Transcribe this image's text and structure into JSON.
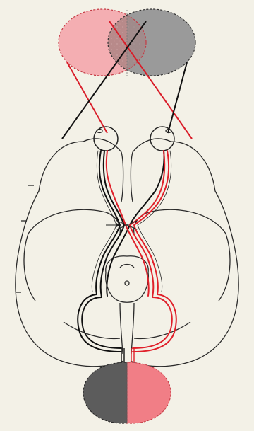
{
  "diagram": {
    "labels": [],
    "colors": {
      "background": "#f3f1e7",
      "left_pathway": "#111111",
      "right_pathway": "#e0202a",
      "left_field_fill": "#9a9a9a",
      "right_field_fill": "#f2a0a6",
      "overlap_fill": "#b68686",
      "brain_outline": "#2a2a2a",
      "cortex_left_fill": "#5a5a5a",
      "cortex_right_fill": "#f07a83"
    },
    "elements": [
      "visual-field-left",
      "visual-field-right",
      "binocular-overlap",
      "left-eye",
      "right-eye",
      "left-optic-nerve",
      "right-optic-nerve",
      "optic-chiasm",
      "optic-tract",
      "lateral-geniculate-nucleus",
      "optic-radiation",
      "visual-cortex-left",
      "visual-cortex-right"
    ]
  }
}
